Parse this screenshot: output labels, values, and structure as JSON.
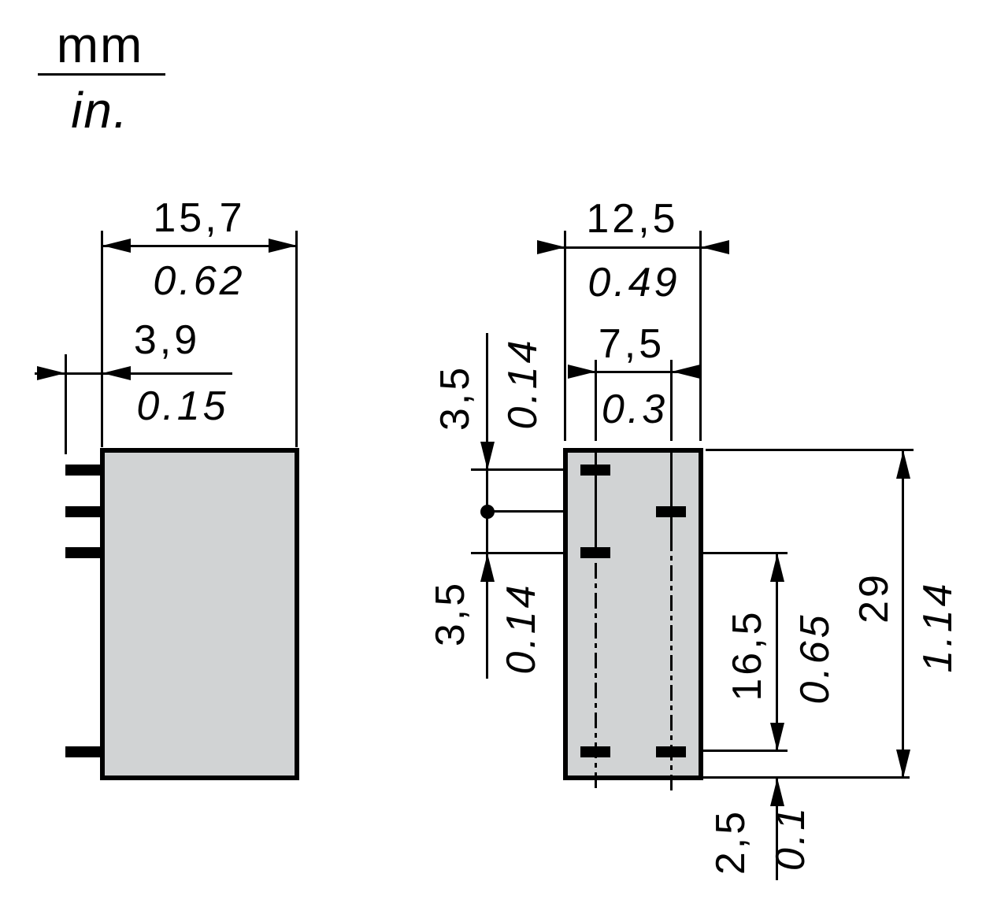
{
  "legend": {
    "metric": "mm",
    "imperial": "in."
  },
  "colors": {
    "line": "#000000",
    "body_fill": "#d1d3d4",
    "background": "#ffffff"
  },
  "left_view": {
    "body_width": {
      "mm": "15,7",
      "in": "0.62"
    },
    "pin_protrusion": {
      "mm": "3,9",
      "in": "0.15"
    }
  },
  "right_view": {
    "body_width": {
      "mm": "12,5",
      "in": "0.49"
    },
    "pin_pitch_horizontal": {
      "mm": "7,5",
      "in": "0.3"
    },
    "pin_pitch_vertical_top": {
      "mm": "3,5",
      "in": "0.14"
    },
    "pin_pitch_vertical_bottom": {
      "mm": "3,5",
      "in": "0.14"
    },
    "pin_row_span": {
      "mm": "16,5",
      "in": "0.65"
    },
    "body_height": {
      "mm": "29",
      "in": "1.14"
    },
    "pin_length_below_body": {
      "mm": "2,5",
      "in": "0.1"
    }
  }
}
